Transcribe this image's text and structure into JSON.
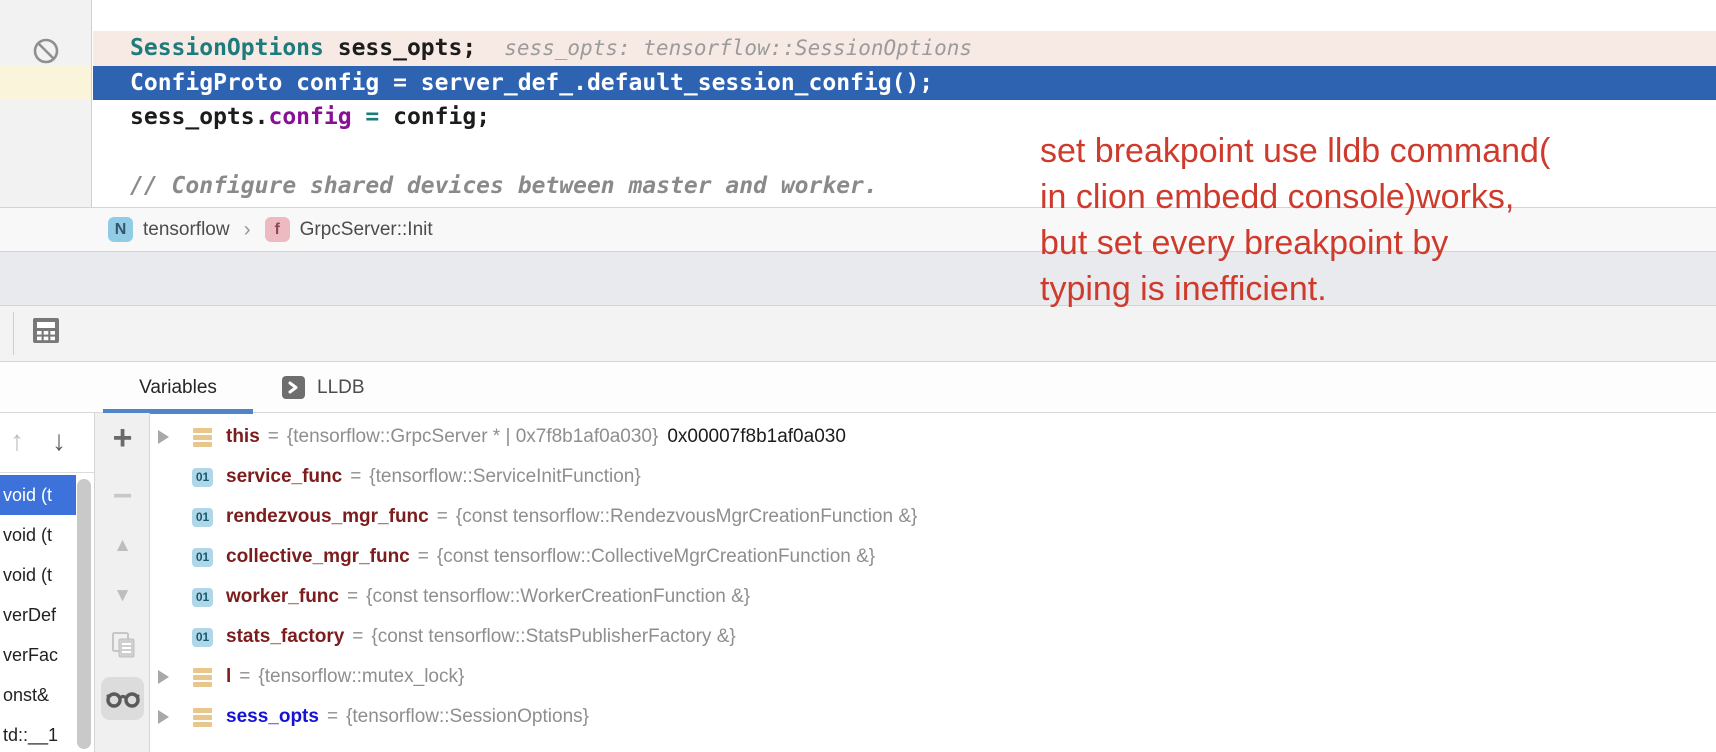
{
  "colors": {
    "execution_line_bg": "#2e63b2",
    "breakpoint_line_bg": "#f7eae5",
    "annotation_red": "#ce3a2c",
    "tab_underline_blue": "#4e86c8",
    "frame_selection_blue": "#3c72d9",
    "variable_name_red": "#7c1c1c",
    "variable_name_blue": "#1512d6",
    "type_teal": "#1e7b7d",
    "field_purple": "#871094"
  },
  "editor": {
    "gutter_icon": "no-breakpoint-icon",
    "lines": [
      {
        "id": "line-sess-opts-decl",
        "highlight": "breakpoint",
        "tokens": [
          {
            "t": "SessionOptions",
            "c": "type"
          },
          {
            "t": " sess_opts;",
            "c": "plain"
          }
        ],
        "hint": "sess_opts: tensorflow::SessionOptions"
      },
      {
        "id": "line-config-proto",
        "highlight": "execution",
        "tokens": [
          {
            "t": "ConfigProto config = server_def_.default_session_config();",
            "c": "onblue"
          }
        ]
      },
      {
        "id": "line-assign",
        "tokens": [
          {
            "t": "sess_opts.",
            "c": "plain"
          },
          {
            "t": "config",
            "c": "field"
          },
          {
            "t": " = ",
            "c": "op"
          },
          {
            "t": "config;",
            "c": "plain"
          }
        ]
      },
      {
        "id": "line-blank",
        "tokens": []
      },
      {
        "id": "line-comment",
        "tokens": [
          {
            "t": "// Configure shared devices between master and worker.",
            "c": "comment"
          }
        ]
      }
    ]
  },
  "breadcrumb": {
    "separator": "›",
    "items": [
      {
        "badge": "N",
        "label": "tensorflow"
      },
      {
        "badge": "f",
        "label": "GrpcServer::Init"
      }
    ]
  },
  "annotation": {
    "lines": [
      "set breakpoint use lldb command(",
      "in clion embedd console)works,",
      "but set every breakpoint by",
      "typing is inefficient."
    ]
  },
  "debugger": {
    "tabs": [
      {
        "label": "Variables",
        "active": true
      },
      {
        "label": "LLDB",
        "icon": "terminal-icon",
        "active": false
      }
    ],
    "frames": {
      "items": [
        {
          "label": "void (t",
          "selected": true
        },
        {
          "label": "void (t",
          "selected": false
        },
        {
          "label": "void (t",
          "selected": false
        },
        {
          "label": "verDef",
          "selected": false
        },
        {
          "label": "verFac",
          "selected": false
        },
        {
          "label": "onst&",
          "selected": false
        },
        {
          "label": "td::__1",
          "selected": false
        }
      ]
    },
    "toolbar": {
      "add_label": "+",
      "remove_label": "−",
      "up_label": "▲",
      "down_label": "▼"
    },
    "equals": "=",
    "variables": [
      {
        "icon": "struct",
        "expandable": true,
        "name": "this",
        "name_style": "red",
        "value": "{tensorflow::GrpcServer * | 0x7f8b1af0a030}",
        "extra": "0x00007f8b1af0a030"
      },
      {
        "icon": "function",
        "badge": "01",
        "expandable": false,
        "name": "service_func",
        "name_style": "red",
        "value": "{tensorflow::ServiceInitFunction}"
      },
      {
        "icon": "function",
        "badge": "01",
        "expandable": false,
        "name": "rendezvous_mgr_func",
        "name_style": "red",
        "value": "{const tensorflow::RendezvousMgrCreationFunction &}"
      },
      {
        "icon": "function",
        "badge": "01",
        "expandable": false,
        "name": "collective_mgr_func",
        "name_style": "red",
        "value": "{const tensorflow::CollectiveMgrCreationFunction &}"
      },
      {
        "icon": "function",
        "badge": "01",
        "expandable": false,
        "name": "worker_func",
        "name_style": "red",
        "value": "{const tensorflow::WorkerCreationFunction &}"
      },
      {
        "icon": "function",
        "badge": "01",
        "expandable": false,
        "name": "stats_factory",
        "name_style": "red",
        "value": "{const tensorflow::StatsPublisherFactory &}"
      },
      {
        "icon": "struct",
        "expandable": true,
        "name": "l",
        "name_style": "red",
        "value": "{tensorflow::mutex_lock}"
      },
      {
        "icon": "struct",
        "expandable": true,
        "name": "sess_opts",
        "name_style": "blue",
        "value": "{tensorflow::SessionOptions}"
      }
    ]
  }
}
